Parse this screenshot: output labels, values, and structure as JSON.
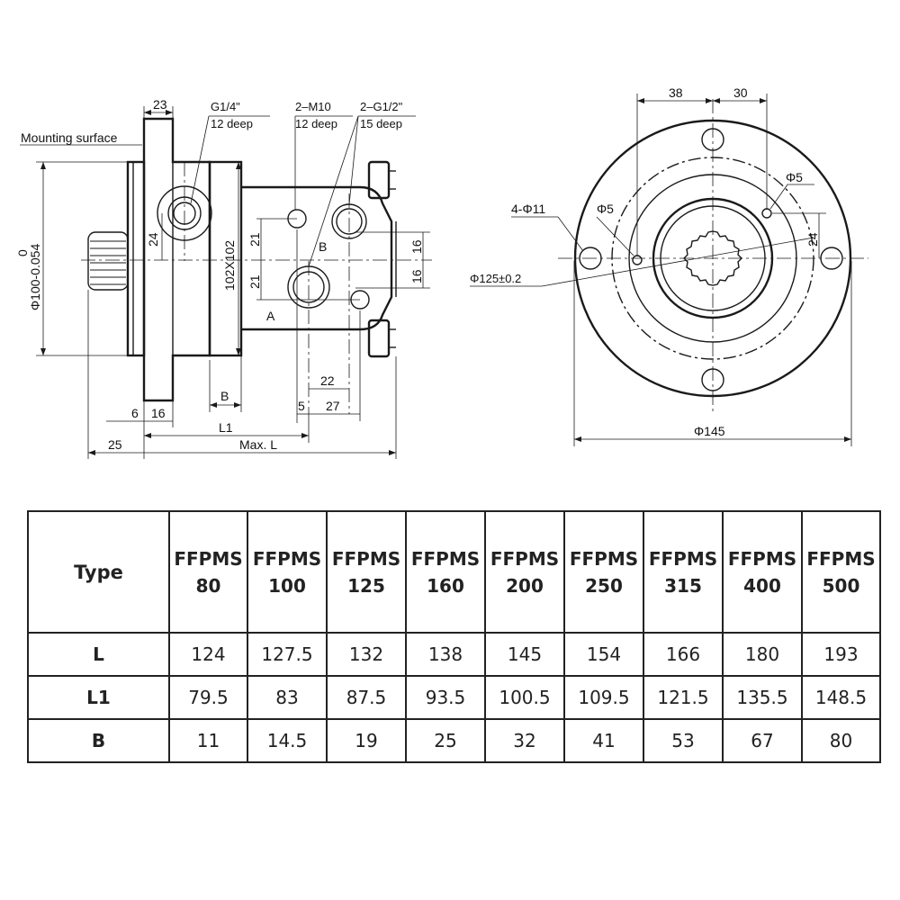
{
  "side_view": {
    "mounting_surface": "Mounting surface",
    "port_g14": "G1/4\"",
    "port_g14_depth": "12   deep",
    "thread_m10": "2–M10",
    "thread_m10_depth": "12   deep",
    "port_g12": "2–G1/2\"",
    "port_g12_depth": "15    deep",
    "dim_23": "23",
    "dim_24": "24",
    "dim_21_a": "21",
    "dim_21_b": "21",
    "dim_16_a": "16",
    "dim_16_b": "16",
    "dim_102": "102X102",
    "dim_phi100": "Φ100-0.054",
    "dim_phi100_upper": "0",
    "label_A": "A",
    "label_B": "B",
    "dim_B": "B",
    "dim_22": "22",
    "dim_5": "5",
    "dim_27": "27",
    "dim_6": "6",
    "dim_16_c": "16",
    "dim_L1": "L1",
    "dim_25": "25",
    "dim_maxL": "Max. L"
  },
  "front_view": {
    "dim_38": "38",
    "dim_30": "30",
    "dim_phi5_right": "Φ5",
    "dim_phi5_left": "Φ5",
    "dim_4phi11": "4-Φ11",
    "dim_24": "24",
    "dim_phi125": "Φ125±0.2",
    "dim_phi145": "Φ145"
  },
  "table": {
    "header_label": "Type",
    "models": [
      [
        "FFPMS",
        "80"
      ],
      [
        "FFPMS",
        "100"
      ],
      [
        "FFPMS",
        "125"
      ],
      [
        "FFPMS",
        "160"
      ],
      [
        "FFPMS",
        "200"
      ],
      [
        "FFPMS",
        "250"
      ],
      [
        "FFPMS",
        "315"
      ],
      [
        "FFPMS",
        "400"
      ],
      [
        "FFPMS",
        "500"
      ]
    ],
    "rows": [
      {
        "label": "L",
        "values": [
          "124",
          "127.5",
          "132",
          "138",
          "145",
          "154",
          "166",
          "180",
          "193"
        ]
      },
      {
        "label": "L1",
        "values": [
          "79.5",
          "83",
          "87.5",
          "93.5",
          "100.5",
          "109.5",
          "121.5",
          "135.5",
          "148.5"
        ]
      },
      {
        "label": "B",
        "values": [
          "11",
          "14.5",
          "19",
          "25",
          "32",
          "41",
          "53",
          "67",
          "80"
        ]
      }
    ]
  }
}
